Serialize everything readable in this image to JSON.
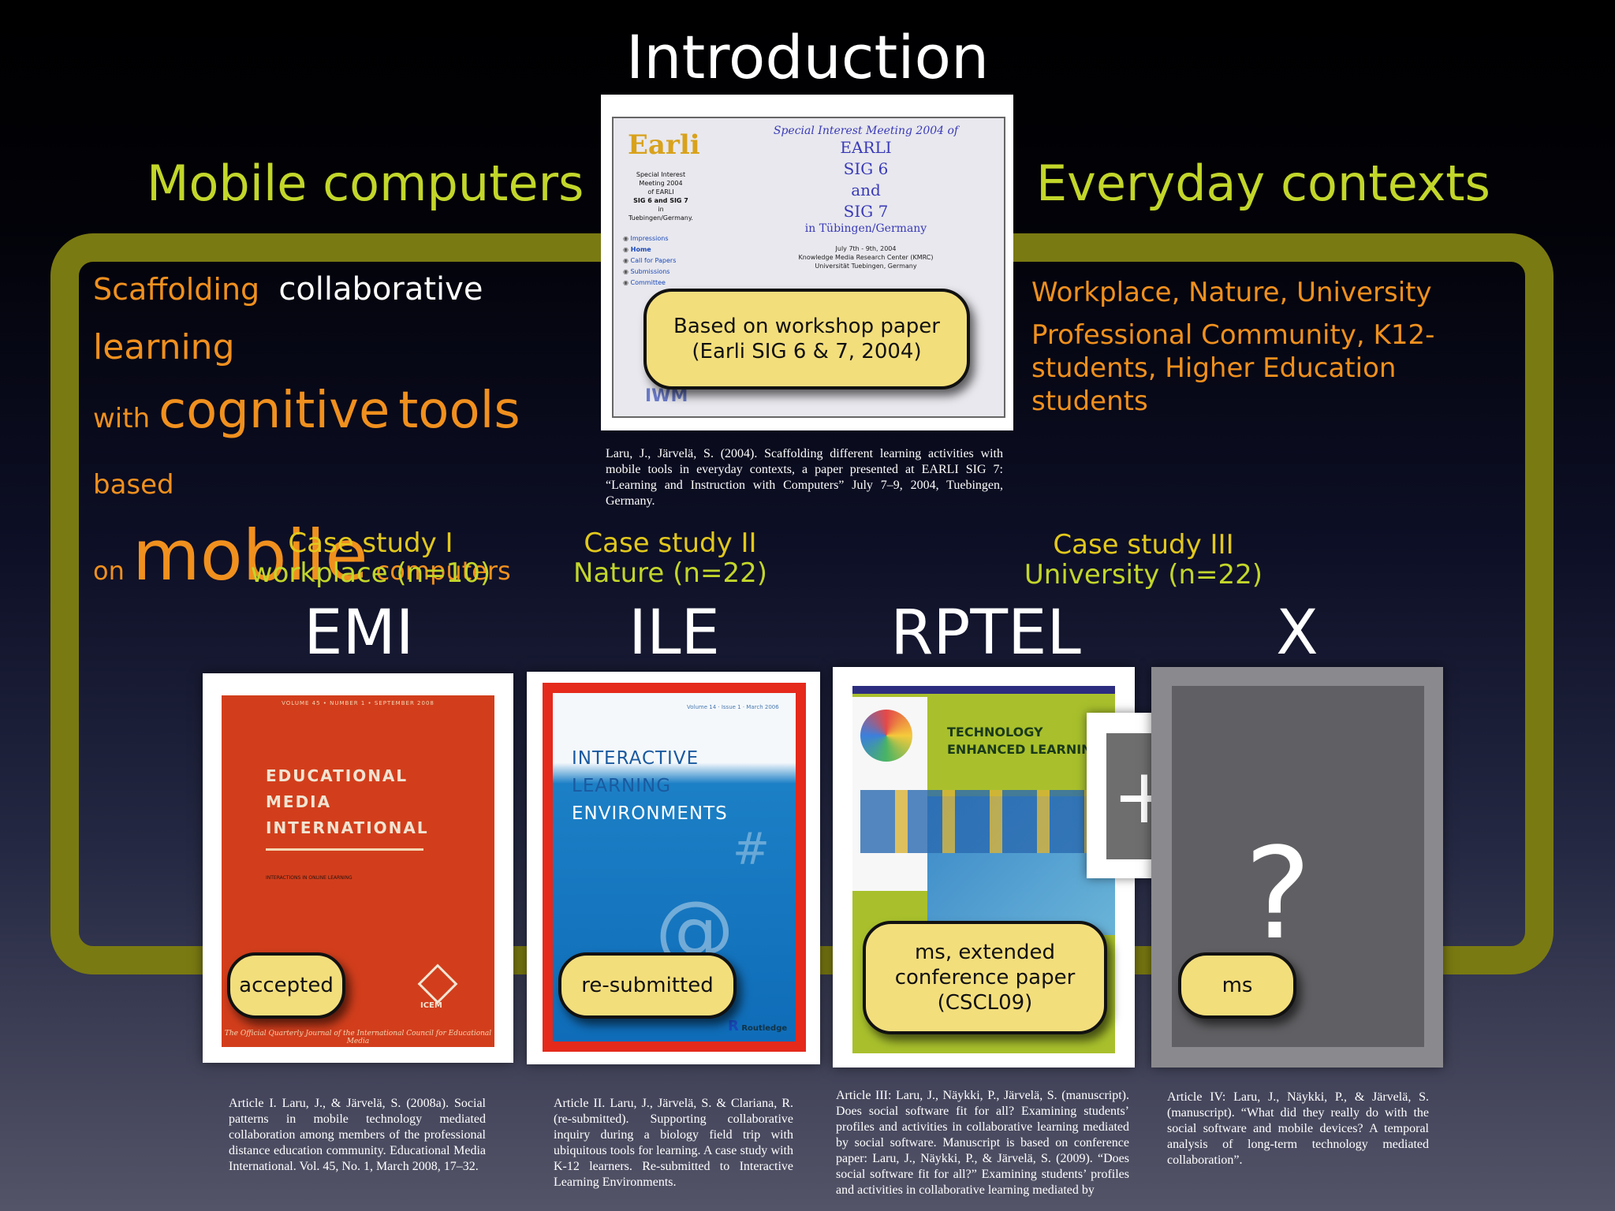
{
  "slide_title": "Introduction",
  "heading_left": "Mobile computers",
  "heading_right": "Everyday contexts",
  "phrase": {
    "w1": "Scaffolding",
    "w2": "collaborative",
    "w3": "learning",
    "w4": "with",
    "w5": "cognitive",
    "w6": "tools",
    "w7": "based",
    "w8": "on",
    "w9": "mobile",
    "w10": "computers"
  },
  "contexts": {
    "line1": "Workplace, Nature, University",
    "line2": "Professional Community,  K12-students, Higher Education students"
  },
  "earli_page": {
    "logo": "Earli",
    "side_text": [
      "Special Interest",
      "Meeting 2004",
      "of EARLI",
      "SIG 6 and SIG 7",
      "in",
      "Tuebingen/Germany."
    ],
    "nav": [
      "Impressions",
      "Home",
      "Call for Papers",
      "Submissions",
      "Committee"
    ],
    "heading_top": "Special Interest Meeting 2004 of",
    "heading_big": [
      "EARLI",
      "SIG 6",
      "and",
      "SIG 7"
    ],
    "heading_loc": "in Tübingen/Germany",
    "info": [
      "July 7th - 9th, 2004",
      "Knowledge Media Research Center (KMRC)",
      "Universität Tuebingen, Germany"
    ],
    "corner_logo": "IWM"
  },
  "callout_earli": "Based on workshop paper (Earli SIG 6 & 7, 2004)",
  "ref_earli": "Laru, J., Järvelä, S. (2004). Scaffolding different learning activities with mobile tools in everyday contexts, a paper presented at EARLI SIG 7: “Learning and Instruction with Computers” July 7–9, 2004, Tuebingen, Germany.",
  "cases": [
    {
      "title": "Case study I",
      "sub": "workplace (n=10)"
    },
    {
      "title": "Case study II",
      "sub": "Nature (n=22)"
    },
    {
      "title": "Case study III",
      "sub": "University (n=22)"
    }
  ],
  "journals": [
    "EMI",
    "ILE",
    "RPTEL",
    "X"
  ],
  "emi_cover": {
    "topbar": "VOLUME 45   •   NUMBER 1   •   SEPTEMBER 2008",
    "title": [
      "EDUCATIONAL",
      "MEDIA",
      "INTERNATIONAL"
    ],
    "sub": "INTERACTIONS IN ONLINE LEARNING",
    "logo": "ICEM",
    "footer": "The Official Quarterly Journal of the International Council for Educational Media"
  },
  "ile_cover": {
    "top": "Volume 14 · Issue 1 · March 2006",
    "title": [
      "INTERACTIVE",
      "LEARNING",
      "ENVIRONMENTS"
    ],
    "publisher": "Routledge"
  },
  "rptel_cover": {
    "title": [
      "TECHNOLOGY",
      "ENHANCED LEARNING"
    ]
  },
  "plus_symbol": "+",
  "question_mark": "?",
  "status": {
    "emi": "accepted",
    "ile": "re-submitted",
    "rptel": "ms, extended conference paper (CSCL09)",
    "x": "ms"
  },
  "refs": {
    "r1": "Article I. Laru, J., & Järvelä, S. (2008a). Social patterns in mobile technology mediated collaboration among members of the professional distance education community. Educational Media International. Vol. 45, No. 1, March 2008, 17–32.",
    "r2": "Article II. Laru, J., Järvelä, S. & Clariana, R. (re-submitted). Supporting collaborative inquiry during a biology field trip with ubiquitous tools for learning. A case study with K-12 learners. Re-submitted to Interactive Learning Environments.",
    "r3": "Article III: Laru, J., Näykki, P., Järvelä, S. (manuscript). Does social software fit for all? Examining students’ profiles and activities in collaborative learning mediated by social software. Manuscript is based on conference paper: Laru, J., Näykki, P., & Järvelä, S. (2009). “Does social software fit for all?” Examining students’ profiles and activities in collaborative learning mediated by",
    "r4": "Article IV: Laru, J., Näykki, P., & Järvelä, S. (manuscript). “What did they really do with the social software and mobile devices? A temporal analysis of long-term technology mediated collaboration”."
  },
  "colors": {
    "heading": "#c2d62a",
    "orange": "#f0901e",
    "frame": "#7a7a12",
    "callout": "#f3de7c"
  }
}
